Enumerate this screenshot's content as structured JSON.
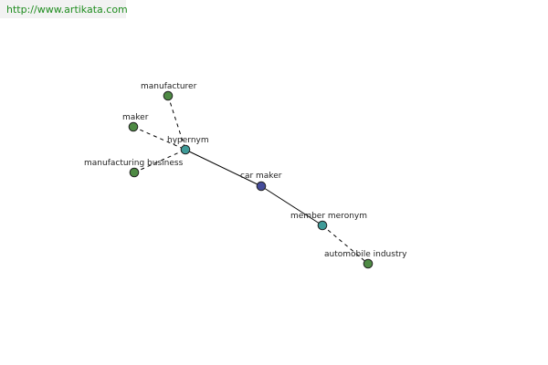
{
  "header": {
    "url": "http://www.artikata.com"
  },
  "colors": {
    "leaf": "#4e8a44",
    "relation": "#3f9b98",
    "center": "#454c9a",
    "url": "#1e8c1e"
  },
  "diagram": {
    "nodes": [
      {
        "id": "manufacturer",
        "label": "manufacturer",
        "kind": "leaf"
      },
      {
        "id": "maker",
        "label": "maker",
        "kind": "leaf"
      },
      {
        "id": "hypernym",
        "label": "hypernym",
        "kind": "relation"
      },
      {
        "id": "manufacturing-business",
        "label": "manufacturing business",
        "kind": "leaf"
      },
      {
        "id": "car-maker",
        "label": "car maker",
        "kind": "center"
      },
      {
        "id": "member-meronym",
        "label": "member meronym",
        "kind": "relation"
      },
      {
        "id": "automobile-industry",
        "label": "automobile industry",
        "kind": "leaf"
      }
    ],
    "edges": [
      {
        "from": "manufacturer",
        "to": "hypernym",
        "style": "dashed"
      },
      {
        "from": "maker",
        "to": "hypernym",
        "style": "dashed"
      },
      {
        "from": "manufacturing-business",
        "to": "hypernym",
        "style": "dashed"
      },
      {
        "from": "hypernym",
        "to": "car-maker",
        "style": "solid"
      },
      {
        "from": "car-maker",
        "to": "member-meronym",
        "style": "solid"
      },
      {
        "from": "member-meronym",
        "to": "automobile-industry",
        "style": "dashed"
      }
    ]
  }
}
